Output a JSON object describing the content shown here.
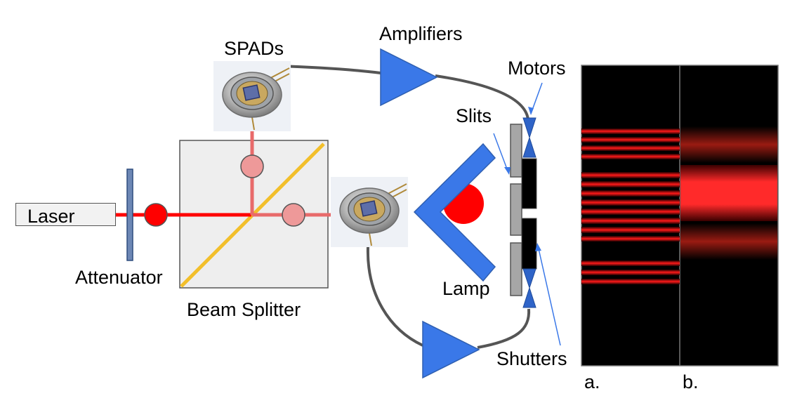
{
  "labels": {
    "laser": "Laser",
    "attenuator": "Attenuator",
    "beam_splitter": "Beam Splitter",
    "spads": "SPADs",
    "amplifiers": "Amplifiers",
    "motors": "Motors",
    "slits": "Slits",
    "lamp": "Lamp",
    "shutters": "Shutters",
    "panel_a": "a.",
    "panel_b": "b."
  },
  "colors": {
    "beam": "#ff0000",
    "beam_faint": "#e86a6a",
    "photon_faint": "#ee9999",
    "splitter_mirror": "#f2bf2b",
    "optic_blue": "#3a78e8",
    "optic_blue_dark": "#2f5fb0",
    "cable": "#555555",
    "splitter_fill": "#eeeeee",
    "screen_bg": "#000000"
  },
  "icons": [
    "photodiode-icon",
    "amplifier-triangle-icon",
    "motor-arrow-icon"
  ]
}
